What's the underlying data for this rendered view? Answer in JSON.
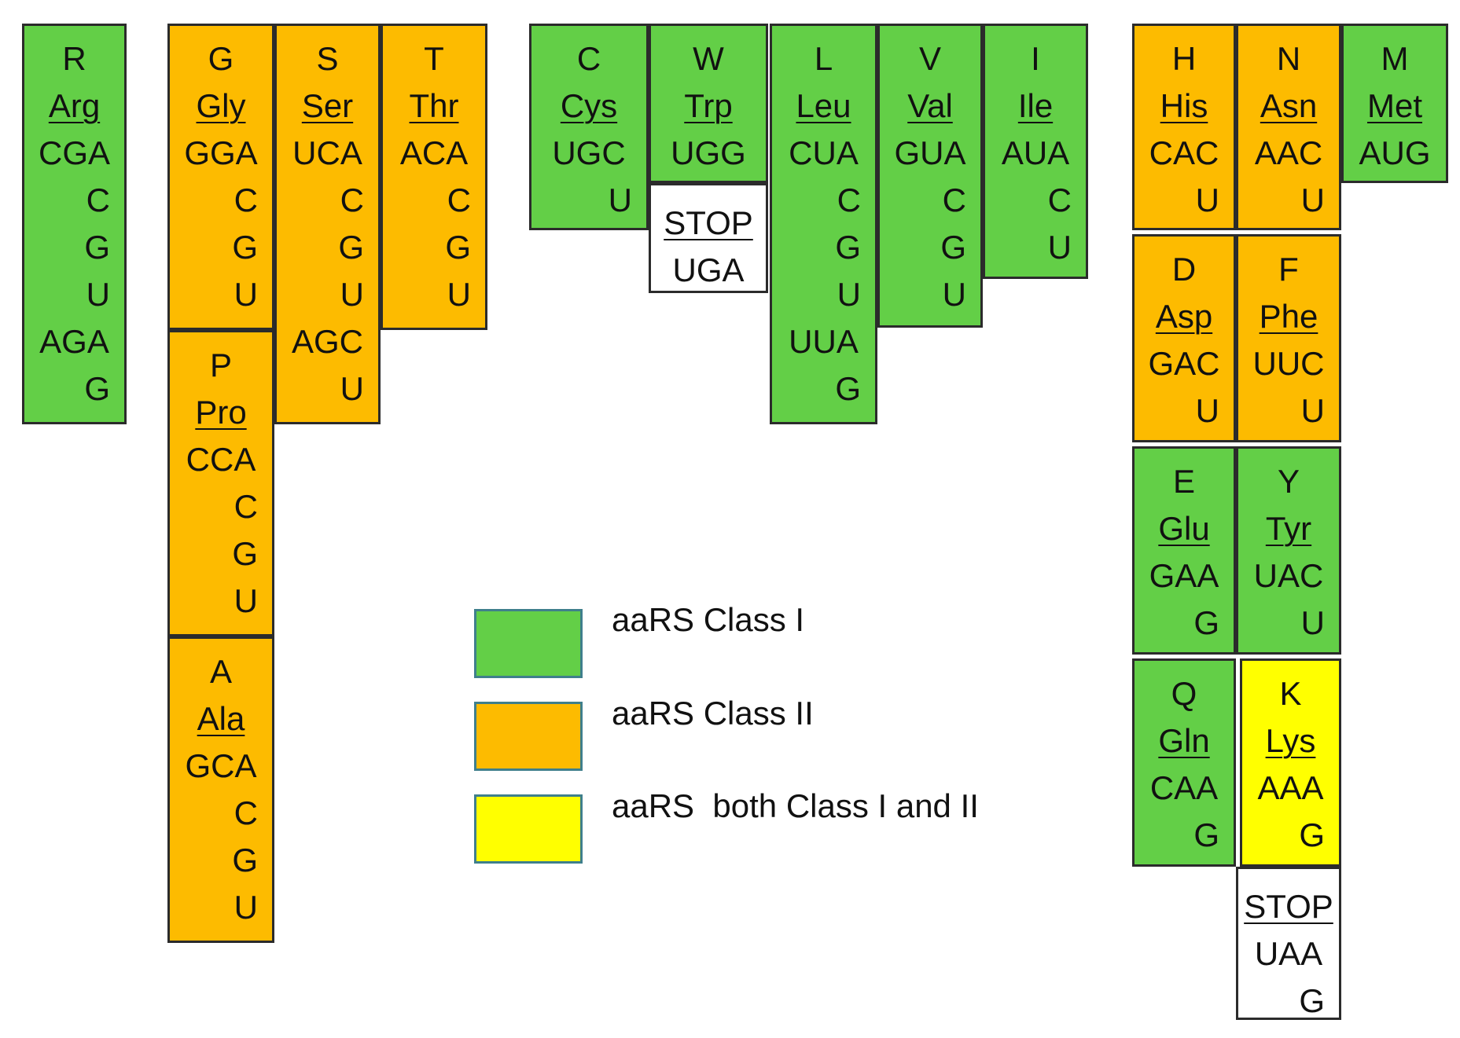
{
  "colors": {
    "class_I": "#63cf47",
    "class_II": "#fdbb00",
    "class_both": "#ffff00",
    "stop": "#ffffff"
  },
  "legend": [
    {
      "class": "I",
      "label": "aaRS Class I"
    },
    {
      "class": "II",
      "label": "aaRS Class II"
    },
    {
      "class": "both",
      "label": "aaRS  both Class I and II"
    }
  ],
  "cells": [
    {
      "id": "R",
      "class": "I",
      "letter": "R",
      "name": "Arg",
      "codons": [
        "CGA",
        "C",
        "G",
        "U",
        "AGA",
        "G"
      ]
    },
    {
      "id": "G",
      "class": "II",
      "letter": "G",
      "name": "Gly",
      "codons": [
        "GGA",
        "C",
        "G",
        "U"
      ]
    },
    {
      "id": "S",
      "class": "II",
      "letter": "S",
      "name": "Ser",
      "codons": [
        "UCA",
        "C",
        "G",
        "U",
        "AGC",
        "U"
      ]
    },
    {
      "id": "T",
      "class": "II",
      "letter": "T",
      "name": "Thr",
      "codons": [
        "ACA",
        "C",
        "G",
        "U"
      ]
    },
    {
      "id": "P",
      "class": "II",
      "letter": "P",
      "name": "Pro",
      "codons": [
        "CCA",
        "C",
        "G",
        "U"
      ]
    },
    {
      "id": "A",
      "class": "II",
      "letter": "A",
      "name": "Ala",
      "codons": [
        "GCA",
        "C",
        "G",
        "U"
      ]
    },
    {
      "id": "C",
      "class": "I",
      "letter": "C",
      "name": "Cys",
      "codons": [
        "UGC",
        "U"
      ]
    },
    {
      "id": "W",
      "class": "I",
      "letter": "W",
      "name": "Trp",
      "codons": [
        "UGG"
      ]
    },
    {
      "id": "STOP1",
      "class": "stop",
      "letter": "",
      "name": "STOP",
      "codons": [
        "UGA"
      ]
    },
    {
      "id": "L",
      "class": "I",
      "letter": "L",
      "name": "Leu",
      "codons": [
        "CUA",
        "C",
        "G",
        "U",
        "UUA",
        "G"
      ]
    },
    {
      "id": "V",
      "class": "I",
      "letter": "V",
      "name": "Val",
      "codons": [
        "GUA",
        "C",
        "G",
        "U"
      ]
    },
    {
      "id": "I",
      "class": "I",
      "letter": "I",
      "name": "Ile",
      "codons": [
        "AUA",
        "C",
        "U"
      ]
    },
    {
      "id": "H",
      "class": "II",
      "letter": "H",
      "name": "His",
      "codons": [
        "CAC",
        "U"
      ]
    },
    {
      "id": "N",
      "class": "II",
      "letter": "N",
      "name": "Asn",
      "codons": [
        "AAC",
        "U"
      ]
    },
    {
      "id": "M",
      "class": "I",
      "letter": "M",
      "name": "Met",
      "codons": [
        "AUG"
      ]
    },
    {
      "id": "D",
      "class": "II",
      "letter": "D",
      "name": "Asp",
      "codons": [
        "GAC",
        "U"
      ]
    },
    {
      "id": "F",
      "class": "II",
      "letter": "F",
      "name": "Phe",
      "codons": [
        "UUC",
        "U"
      ]
    },
    {
      "id": "E",
      "class": "I",
      "letter": "E",
      "name": "Glu",
      "codons": [
        "GAA",
        "G"
      ]
    },
    {
      "id": "Y",
      "class": "I",
      "letter": "Y",
      "name": "Tyr",
      "codons": [
        "UAC",
        "U"
      ]
    },
    {
      "id": "Q",
      "class": "I",
      "letter": "Q",
      "name": "Gln",
      "codons": [
        "CAA",
        "G"
      ]
    },
    {
      "id": "K",
      "class": "both",
      "letter": "K",
      "name": "Lys",
      "codons": [
        "AAA",
        "G"
      ]
    },
    {
      "id": "STOP2",
      "class": "stop",
      "letter": "",
      "name": "STOP",
      "codons": [
        "UAA",
        "G"
      ]
    }
  ]
}
